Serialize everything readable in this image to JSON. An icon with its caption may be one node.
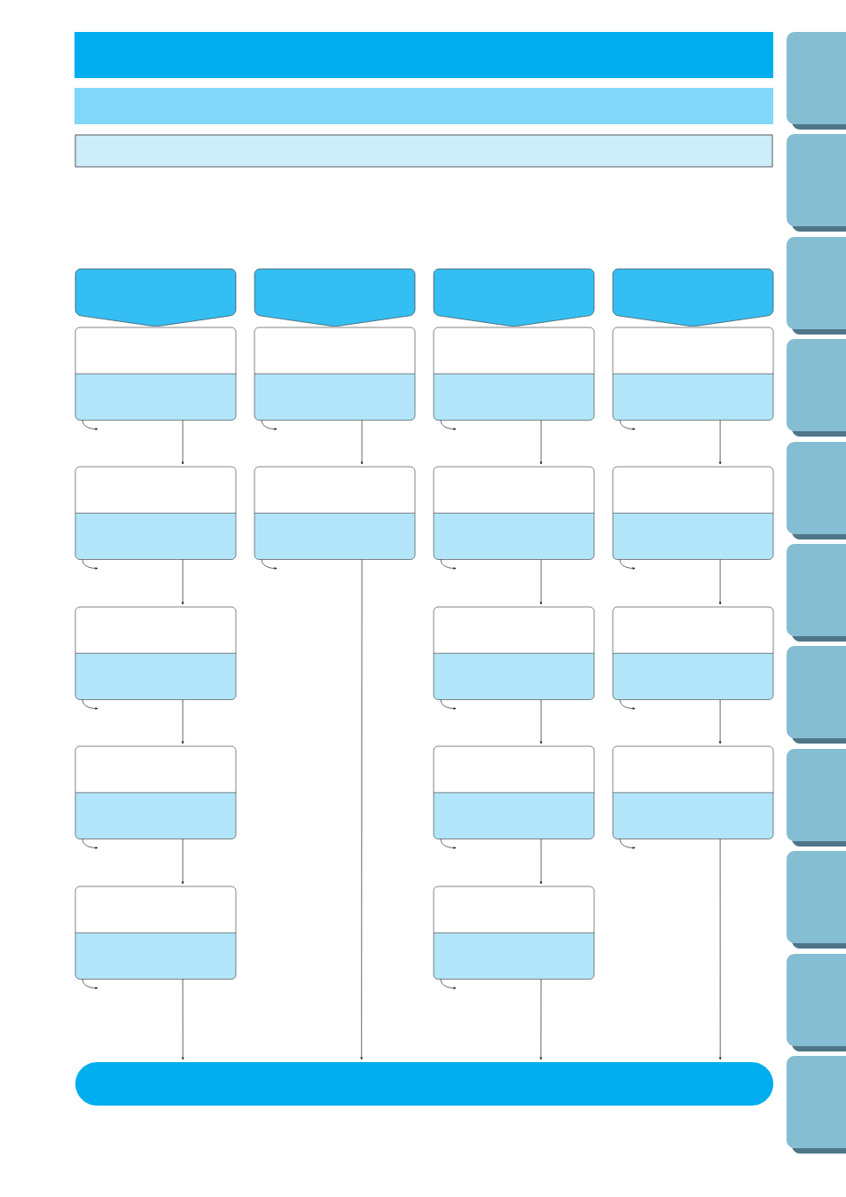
{
  "diagram": {
    "nodes": [
      {
        "text": [],
        "shape": "band"
      },
      {
        "text": [],
        "shape": "band"
      },
      {
        "text": [],
        "shape": "band"
      },
      {
        "text": [],
        "shape": "pentagon"
      },
      {
        "text": [],
        "shape": "pentagon"
      },
      {
        "text": [],
        "shape": "pentagon"
      },
      {
        "text": [],
        "shape": "pentagon"
      },
      {
        "text": [],
        "shape": "box"
      },
      {
        "text": [],
        "shape": "box"
      },
      {
        "text": [],
        "shape": "box"
      },
      {
        "text": [],
        "shape": "box"
      },
      {
        "text": [],
        "shape": "box"
      },
      {
        "text": [],
        "shape": "box"
      },
      {
        "text": [],
        "shape": "box"
      },
      {
        "text": [],
        "shape": "box"
      },
      {
        "text": [],
        "shape": "box"
      },
      {
        "text": [],
        "shape": "box"
      },
      {
        "text": [],
        "shape": "box"
      },
      {
        "text": [],
        "shape": "box"
      },
      {
        "text": [],
        "shape": "box"
      },
      {
        "text": [],
        "shape": "box"
      },
      {
        "text": [],
        "shape": "box"
      },
      {
        "text": [],
        "shape": "box"
      },
      {
        "text": [],
        "shape": "bar"
      }
    ],
    "edges": [
      {
        "from": 7,
        "to": 11,
        "arrow": "to"
      },
      {
        "from": 11,
        "to": 15,
        "arrow": "to"
      },
      {
        "from": 15,
        "to": 18,
        "arrow": "to"
      },
      {
        "from": 18,
        "to": 21,
        "arrow": "to"
      },
      {
        "from": 21,
        "to": 23,
        "arrow": "to"
      },
      {
        "from": 8,
        "to": 12,
        "arrow": "to"
      },
      {
        "from": 12,
        "to": 23,
        "arrow": "to"
      },
      {
        "from": 9,
        "to": 13,
        "arrow": "to"
      },
      {
        "from": 13,
        "to": 16,
        "arrow": "to"
      },
      {
        "from": 16,
        "to": 19,
        "arrow": "to"
      },
      {
        "from": 19,
        "to": 22,
        "arrow": "to"
      },
      {
        "from": 22,
        "to": 23,
        "arrow": "to"
      },
      {
        "from": 10,
        "to": 14,
        "arrow": "to"
      },
      {
        "from": 14,
        "to": 17,
        "arrow": "to"
      },
      {
        "from": 17,
        "to": 20,
        "arrow": "to"
      },
      {
        "from": 20,
        "to": 23,
        "arrow": "to"
      },
      {
        "from": 7,
        "to": null,
        "arrow": "to"
      },
      {
        "from": 8,
        "to": null,
        "arrow": "to"
      },
      {
        "from": 9,
        "to": null,
        "arrow": "to"
      },
      {
        "from": 10,
        "to": null,
        "arrow": "to"
      },
      {
        "from": 11,
        "to": null,
        "arrow": "to"
      },
      {
        "from": 12,
        "to": null,
        "arrow": "to"
      },
      {
        "from": 13,
        "to": null,
        "arrow": "to"
      },
      {
        "from": 14,
        "to": null,
        "arrow": "to"
      },
      {
        "from": 15,
        "to": null,
        "arrow": "to"
      },
      {
        "from": 16,
        "to": null,
        "arrow": "to"
      },
      {
        "from": 17,
        "to": null,
        "arrow": "to"
      },
      {
        "from": 18,
        "to": null,
        "arrow": "to"
      },
      {
        "from": 19,
        "to": null,
        "arrow": "to"
      },
      {
        "from": 20,
        "to": null,
        "arrow": "to"
      },
      {
        "from": 21,
        "to": null,
        "arrow": "to"
      },
      {
        "from": 22,
        "to": null,
        "arrow": "to"
      }
    ]
  }
}
